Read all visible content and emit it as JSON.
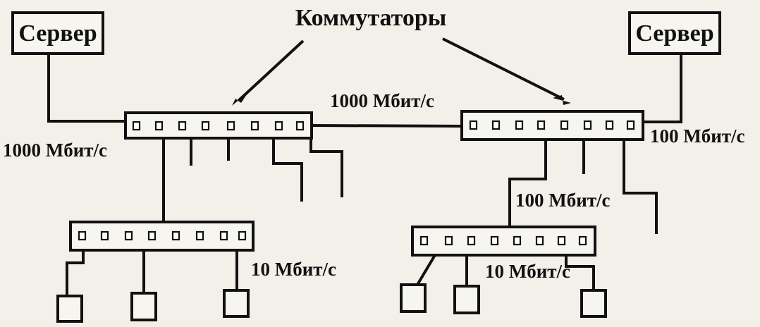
{
  "labels": {
    "switches": "Коммутаторы",
    "server_left": "Сервер",
    "server_right": "Сервер",
    "speed_1000_left": "1000 Мбит/с",
    "speed_1000_middle": "1000 Мбит/с",
    "speed_100_right": "100 Мбит/с",
    "speed_100_middle": "100 Мбит/с",
    "speed_10_left": "10 Мбит/с",
    "speed_10_right": "10 Мбит/с"
  }
}
